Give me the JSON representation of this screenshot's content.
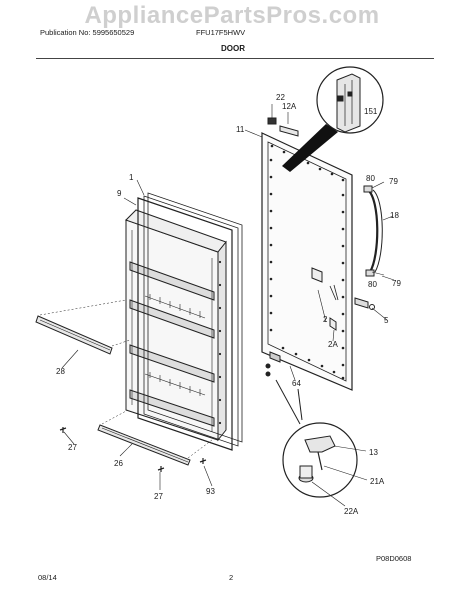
{
  "header": {
    "watermark": "AppliancePartsPros.com",
    "publication": "Publication No: 5995650529",
    "model": "FFU17F5HWV",
    "section": "DOOR"
  },
  "footer": {
    "date": "08/14",
    "page": "2",
    "drawing_code": "P08D0608"
  },
  "callouts": {
    "c22": "22",
    "c12a": "12A",
    "c151": "151",
    "c11": "11",
    "c80a": "80",
    "c79a": "79",
    "c18": "18",
    "c80b": "80",
    "c79b": "79",
    "c5": "5",
    "c2": "2",
    "c2a": "2A",
    "c64": "64",
    "c1": "1",
    "c9": "9",
    "c28": "28",
    "c27a": "27",
    "c26": "26",
    "c27b": "27",
    "c93": "93",
    "c13": "13",
    "c21a": "21A",
    "c22a": "22A"
  }
}
